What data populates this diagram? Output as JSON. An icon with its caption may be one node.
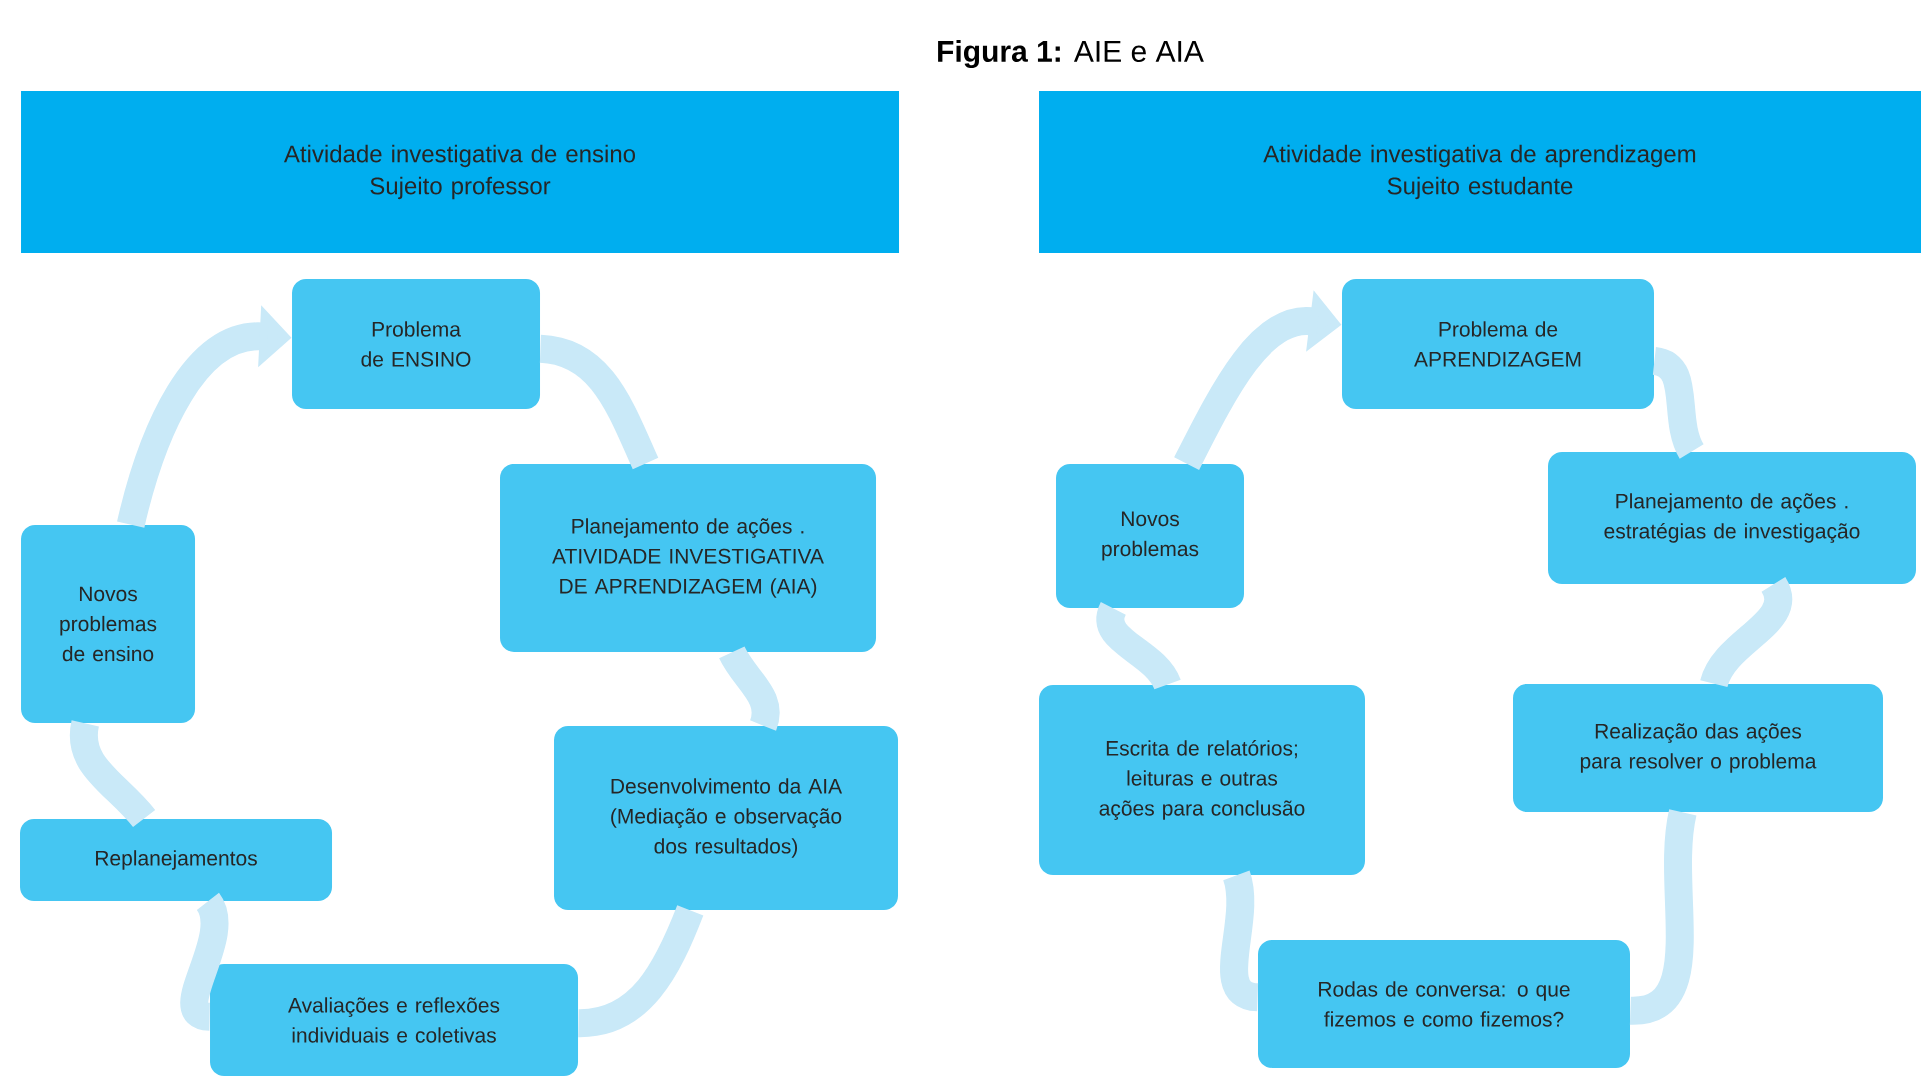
{
  "diagram": {
    "title": "**Figura 1:** AIE e AIA",
    "nodes": [
      {
        "text": [
          "Atividade investigativa de ensino",
          "Sujeito professor"
        ]
      },
      {
        "text": [
          "Problema de ENSINO"
        ]
      },
      {
        "text": [
          "Planejamento de ações . ATIVIDADE INVESTIGATIVA DE APRENDIZAGEM (AIA)"
        ]
      },
      {
        "text": [
          "Desenvolvimento da AIA (Mediação e observação dos resultados)"
        ]
      },
      {
        "text": [
          "Avaliações e reflexões individuais e coletivas"
        ]
      },
      {
        "text": [
          "Replanejamentos"
        ]
      },
      {
        "text": [
          "Novos problemas de ensino"
        ]
      },
      {
        "text": [
          "Atividade investigativa de aprendizagem",
          "Sujeito estudante"
        ]
      },
      {
        "text": [
          "Problema de APRENDIZAGEM"
        ]
      },
      {
        "text": [
          "Planejamento de ações . estratégias de investigação"
        ]
      },
      {
        "text": [
          "Realização das ações para resolver o problema"
        ]
      },
      {
        "text": [
          "Rodas de conversa: o que fizemos e como fizemos?"
        ]
      },
      {
        "text": [
          "Escrita de relatórios; leituras e outras ações para conclusão"
        ]
      },
      {
        "text": [
          "Novos problemas"
        ]
      }
    ],
    "edges": [
      {
        "from": 1,
        "to": 2,
        "arrow": "none"
      },
      {
        "from": 2,
        "to": 3,
        "arrow": "none"
      },
      {
        "from": 3,
        "to": 4,
        "arrow": "none"
      },
      {
        "from": 4,
        "to": 5,
        "arrow": "none"
      },
      {
        "from": 5,
        "to": 6,
        "arrow": "none"
      },
      {
        "from": 6,
        "to": 1,
        "arrow": "to"
      },
      {
        "from": 8,
        "to": 9,
        "arrow": "none"
      },
      {
        "from": 9,
        "to": 10,
        "arrow": "none"
      },
      {
        "from": 10,
        "to": 11,
        "arrow": "none"
      },
      {
        "from": 11,
        "to": 12,
        "arrow": "none"
      },
      {
        "from": 12,
        "to": 13,
        "arrow": "none"
      },
      {
        "from": 13,
        "to": 8,
        "arrow": "to"
      }
    ]
  }
}
